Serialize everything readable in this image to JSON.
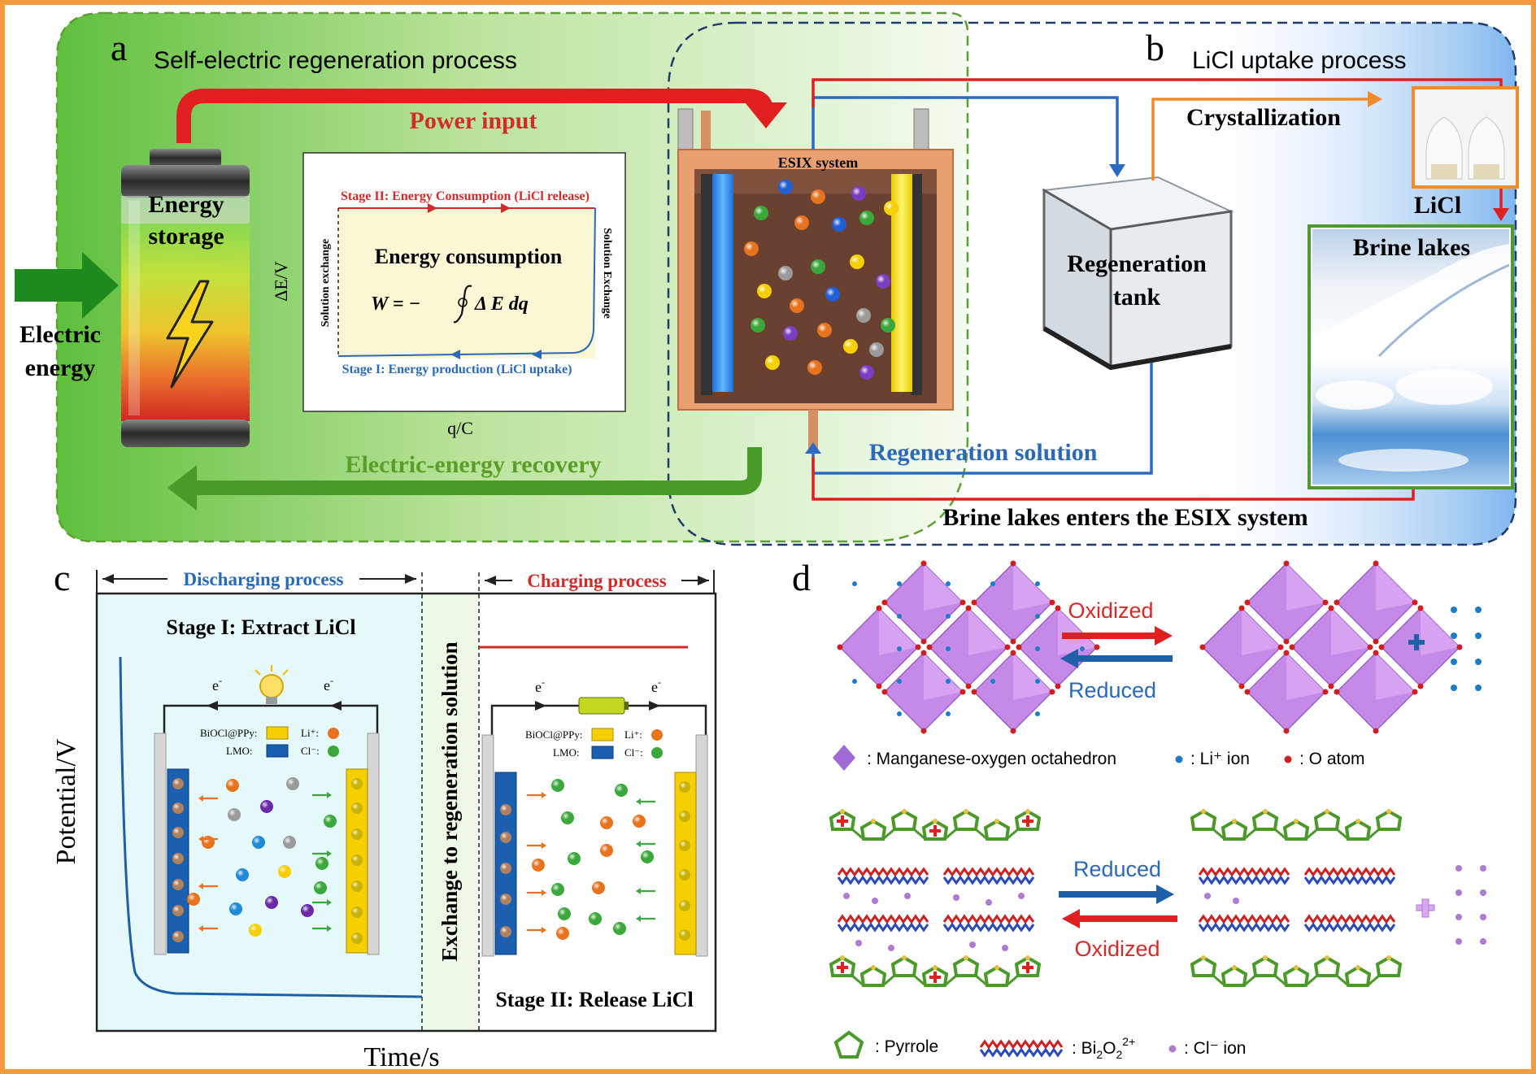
{
  "panels": {
    "a": {
      "letter": "a",
      "title": "Self-electric regeneration process"
    },
    "b": {
      "letter": "b",
      "title": "LiCl uptake process"
    },
    "c": {
      "letter": "c"
    },
    "d": {
      "letter": "d"
    }
  },
  "battery": {
    "line1": "Energy",
    "line2": "storage",
    "input1": "Electric",
    "input2": "energy"
  },
  "flows": {
    "power_input": "Power input",
    "recovery": "Electric-energy recovery",
    "regeneration_solution": "Regeneration solution",
    "brine_enters": "Brine lakes enters the ESIX system",
    "crystallization": "Crystallization"
  },
  "energy_plot": {
    "stage2": "Stage II: Energy Consumption (LiCl release)",
    "stage1": "Stage I: Energy production (LiCl uptake)",
    "left_side": "Solution exchange",
    "right_side": "Solution Exchange",
    "title": "Energy  consumption",
    "formula_lhs": "W = −",
    "formula_rhs": "Δ E dq",
    "ylabel": "ΔE/V",
    "xlabel": "q/C"
  },
  "esix": {
    "label": "ESIX system"
  },
  "tank": {
    "line1": "Regeneration",
    "line2": "tank"
  },
  "licl": {
    "label": "LiCl"
  },
  "brine": {
    "label": "Brine lakes"
  },
  "panel_c": {
    "discharging": "Discharging process",
    "charging": "Charging process",
    "stage1": "Stage I: Extract LiCl",
    "stage2": "Stage II: Release LiCl",
    "exchange": "Exchange to regeneration solution",
    "ylabel": "Potential/V",
    "xlabel": "Time/s",
    "electron": "e",
    "electron_sup": "-",
    "legend_bioc": "BiOCl@PPy:",
    "legend_lmo": "LMO:",
    "legend_li": "Li⁺:",
    "legend_cl": "Cl⁻:"
  },
  "panel_d": {
    "oxidized": "Oxidized",
    "reduced": "Reduced",
    "legend_mn": ": Manganese-oxygen octahedron",
    "legend_li": ": Li⁺ ion",
    "legend_o": ": O atom",
    "legend_pyrrole": ": Pyrrole",
    "legend_bi_pre": ": Bi",
    "legend_bi_sub1": "2",
    "legend_bi_mid": "O",
    "legend_bi_sub2": "2",
    "legend_bi_sup": "2+",
    "legend_cl": ": Cl⁻ ion"
  },
  "colors": {
    "frame_orange": "#f19a3e",
    "red_arrow": "#e02020",
    "blue_arrow": "#2a6bc0",
    "green_arrow": "#4a9a2a",
    "text_red": "#d42a2a",
    "text_blue": "#2a68b8",
    "text_green": "#5a9e2a",
    "octahedron": "#c58ae8"
  }
}
